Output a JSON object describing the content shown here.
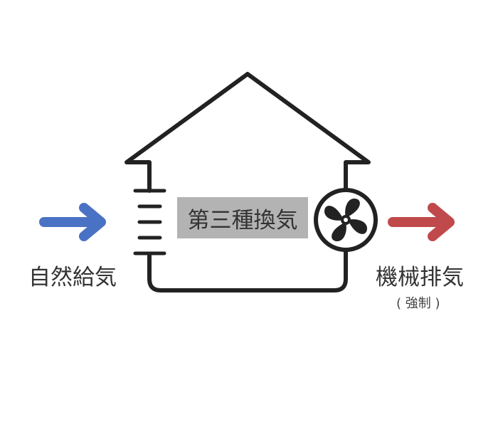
{
  "diagram": {
    "center_label": "第三種換気",
    "intake_label": "自然給気",
    "exhaust_label": "機械排気",
    "exhaust_note": "( 強制 )"
  },
  "colors": {
    "outline": "#222222",
    "intake_arrow": "#4a72c4",
    "exhaust_arrow": "#c0494b",
    "label_box": "#b3b3b3",
    "text": "#333333"
  },
  "icons": {
    "fan": "fan-icon",
    "intake": "arrow-right-icon",
    "exhaust": "arrow-right-icon",
    "vent": "vent-icon"
  }
}
